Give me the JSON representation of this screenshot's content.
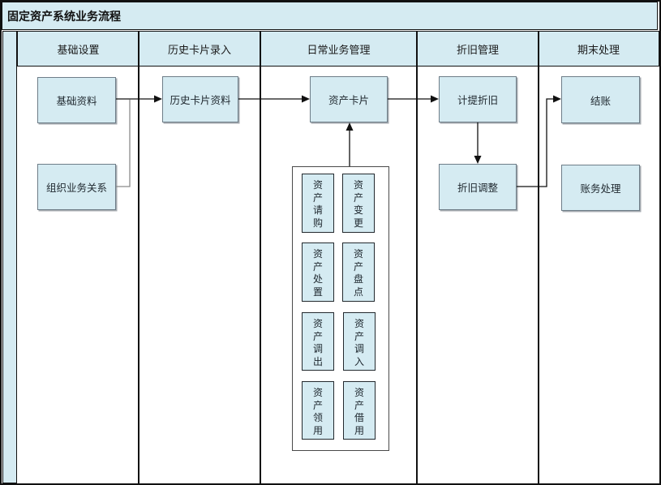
{
  "title": "固定资产系统业务流程",
  "lanes": [
    {
      "label": "基础设置"
    },
    {
      "label": "历史卡片录入"
    },
    {
      "label": "日常业务管理"
    },
    {
      "label": "折旧管理"
    },
    {
      "label": "期末处理"
    }
  ],
  "nodes": {
    "basic_data": "基础资料",
    "org_relation": "组织业务关系",
    "history_card": "历史卡片资料",
    "asset_card": "资产卡片",
    "accrue_depreciation": "计提折旧",
    "depreciation_adjust": "折旧调整",
    "closing": "结账",
    "account_processing": "账务处理",
    "asset_requisition": "资产请购",
    "asset_change": "资产变更",
    "asset_disposal": "资产处置",
    "asset_inventory": "资产盘点",
    "asset_transfer_out": "资产调出",
    "asset_transfer_in": "资产调入",
    "asset_collection": "资产领用",
    "asset_borrowing": "资产借用"
  },
  "colors": {
    "shape_fill": "#d5ebf2",
    "shape_border": "#6e7d88",
    "frame_line": "#111111",
    "connector": "#111111",
    "connector_secondary": "#8a8a8a"
  }
}
